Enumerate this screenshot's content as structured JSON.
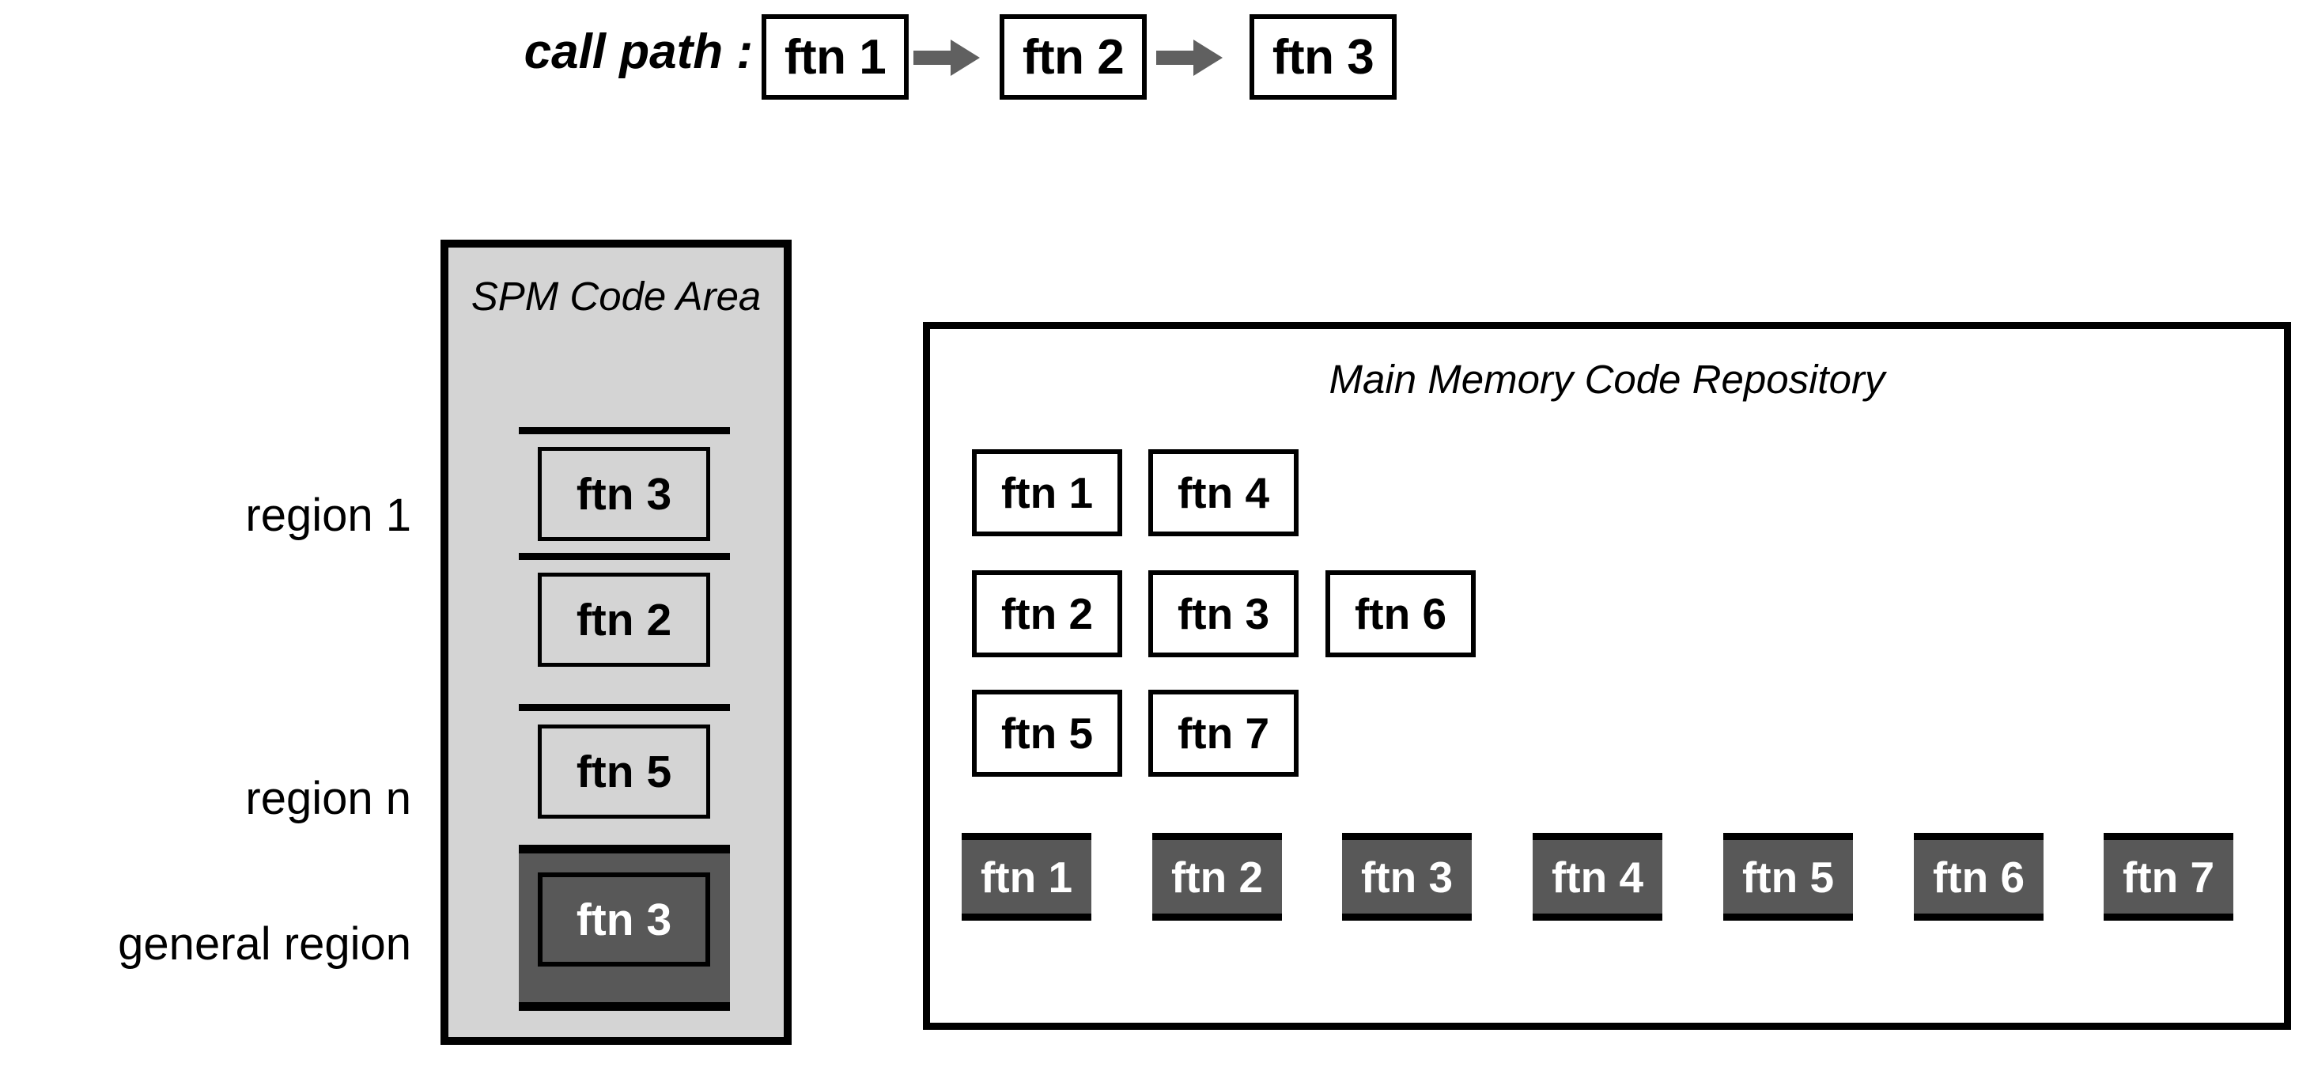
{
  "call_path": {
    "label": "call path :",
    "nodes": [
      "ftn 1",
      "ftn 2",
      "ftn 3"
    ],
    "arrow_icon_name": "right-arrow-icon",
    "arrow_color": "#606060"
  },
  "region_labels": {
    "region_1": "region 1",
    "region_n": "region n",
    "general_region": "general region"
  },
  "spm": {
    "title": "SPM Code Area",
    "background_color": "#d4d4d4",
    "slots": [
      "ftn 3",
      "ftn 2",
      "ftn 5"
    ],
    "general_slot": "ftn 3",
    "general_fill_color": "#585858",
    "general_text_color": "#ffffff"
  },
  "repository": {
    "title": "Main Memory Code Repository",
    "rows": [
      [
        "ftn 1",
        "ftn 4"
      ],
      [
        "ftn 2",
        "ftn 3",
        "ftn 6"
      ],
      [
        "ftn 5",
        "ftn 7"
      ]
    ],
    "dark_row": [
      "ftn 1",
      "ftn 2",
      "ftn 3",
      "ftn 4",
      "ftn 5",
      "ftn 6",
      "ftn 7"
    ],
    "dark_fill_color": "#585858",
    "dark_text_color": "#ffffff"
  }
}
